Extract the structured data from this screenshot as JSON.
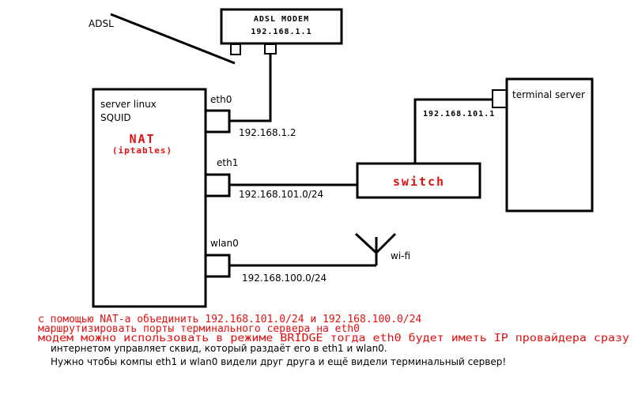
{
  "modem": {
    "title": "ADSL MODEM",
    "ip": "192.168.1.1"
  },
  "adsl_label": "ADSL",
  "server": {
    "line1": "server linux",
    "line2": "SQUID",
    "nat": "NAT",
    "nat_sub": "(iptables)"
  },
  "eth0": {
    "name": "eth0",
    "ip": "192.168.1.2"
  },
  "eth1": {
    "name": "eth1",
    "ip": "192.168.101.0/24"
  },
  "wlan0": {
    "name": "wlan0",
    "ip": "192.168.100.0/24"
  },
  "switch_label": "switch",
  "terminal": {
    "name": "terminal server",
    "ip": "192.168.101.1"
  },
  "wifi_label": "wi-fi",
  "notes_red": [
    "с помощью NAT-а объединить 192.168.101.0/24 и 192.168.100.0/24",
    "маршрутизировать порты терминального сервера на eth0",
    "модем можно использовать в режиме BRIDGE тогда eth0 будет иметь IP провайдера сразу"
  ],
  "notes_black": [
    "интернетом управляет сквид, который раздаёт его в eth1 и wlan0.",
    "Нужно чтобы компы eth1 и wlan0 видели друг друга и ещё видели терминальный сервер!"
  ]
}
